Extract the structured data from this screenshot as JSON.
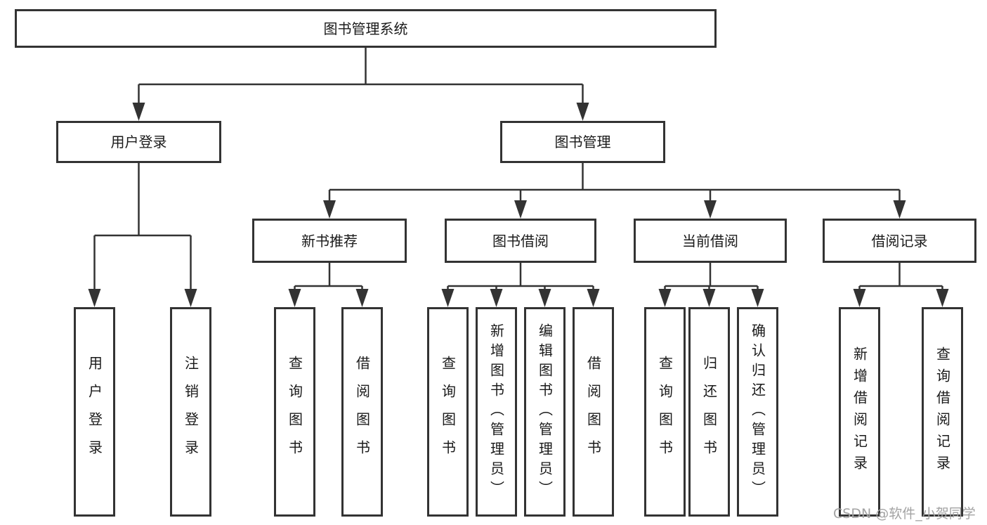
{
  "tree": {
    "label": "图书管理系统",
    "children": [
      {
        "label": "用户登录",
        "children": [
          {
            "label": "用户登录"
          },
          {
            "label": "注销登录"
          }
        ]
      },
      {
        "label": "图书管理",
        "children": [
          {
            "label": "新书推荐",
            "children": [
              {
                "label": "查询图书"
              },
              {
                "label": "借阅图书"
              }
            ]
          },
          {
            "label": "图书借阅",
            "children": [
              {
                "label": "查询图书"
              },
              {
                "label": "新增图书（管理员）"
              },
              {
                "label": "编辑图书（管理员）"
              },
              {
                "label": "借阅图书"
              }
            ]
          },
          {
            "label": "当前借阅",
            "children": [
              {
                "label": "查询图书"
              },
              {
                "label": "归还图书"
              },
              {
                "label": "确认归还（管理员）"
              }
            ]
          },
          {
            "label": "借阅记录",
            "children": [
              {
                "label": "新增借阅记录"
              },
              {
                "label": "查询借阅记录"
              }
            ]
          }
        ]
      }
    ]
  },
  "watermark": "CSDN @软件_小贺同学",
  "colors": {
    "line": "#333333",
    "text": "#1a1a1a",
    "background": "#ffffff",
    "watermark": "#a3a3a3"
  }
}
